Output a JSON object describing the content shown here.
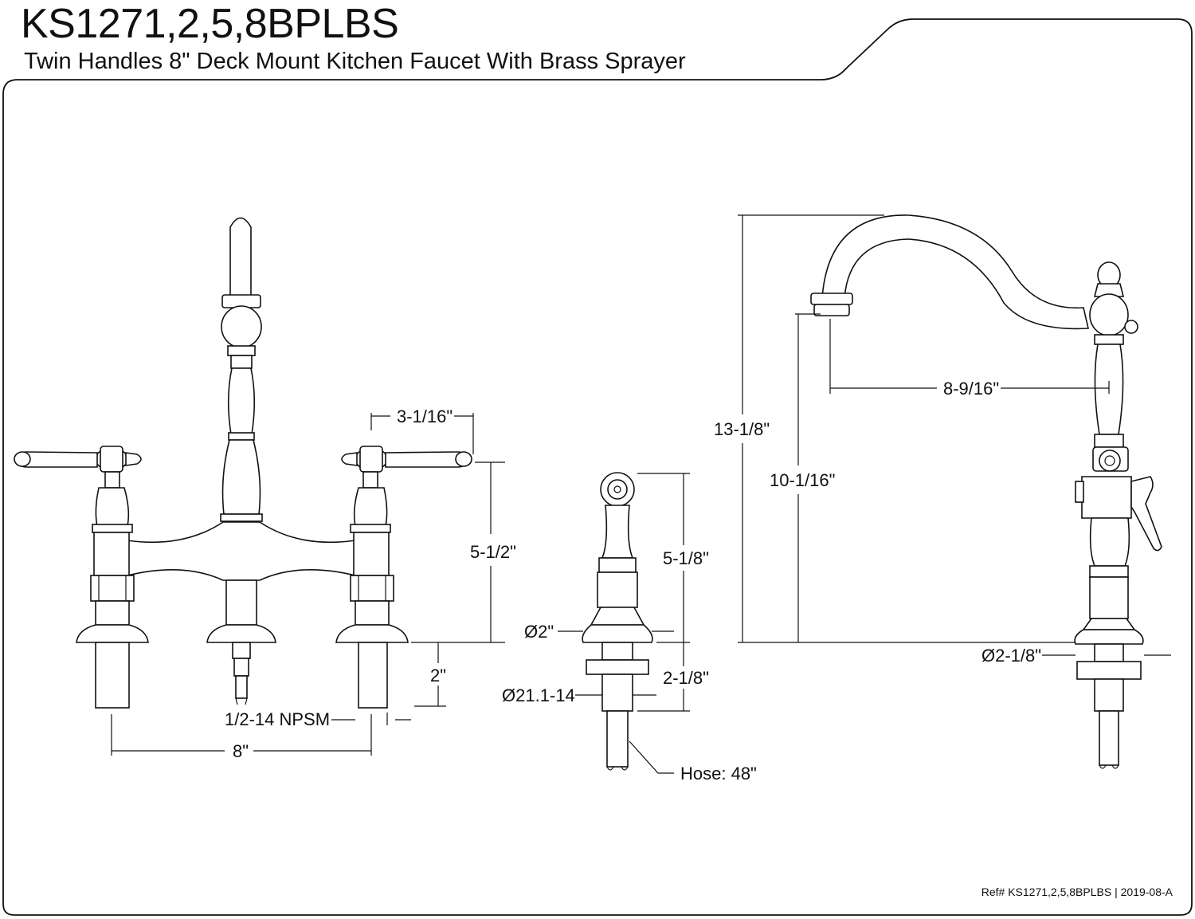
{
  "header": {
    "title": "KS1271,2,5,8BPLBS",
    "subtitle": "Twin Handles 8\" Deck Mount Kitchen Faucet With Brass Sprayer"
  },
  "footer": {
    "ref": "Ref# KS1271,2,5,8BPLBS | 2019-08-A"
  },
  "dimensions": {
    "handle_offset": "3-1/16\"",
    "body_height": "5-1/2\"",
    "shank_length": "2\"",
    "center_spread": "8\"",
    "thread": "1/2-14 NPSM",
    "sprayer_height": "5-1/8\"",
    "sprayer_base": "Ø2\"",
    "sprayer_shank": "2-1/8\"",
    "sprayer_thread": "Ø21.1-14",
    "hose": "Hose: 48\"",
    "total_height": "13-1/8\"",
    "spout_height": "10-1/16\"",
    "spout_reach": "8-9/16\"",
    "side_base": "Ø2-1/8\""
  }
}
